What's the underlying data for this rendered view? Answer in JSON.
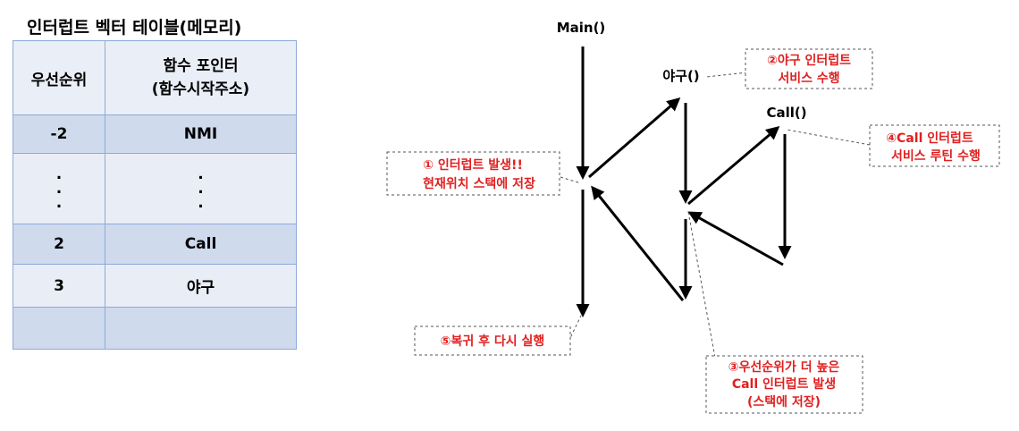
{
  "table": {
    "title": "인터럽트 벡터 테이블(메모리)",
    "headers": [
      "우선순위",
      "함수 포인터\n(함수시작주소)"
    ],
    "rows": [
      {
        "priority": "-2",
        "pointer": "NMI"
      },
      {
        "priority": ".\n.\n.",
        "pointer": ".\n.\n."
      },
      {
        "priority": "2",
        "pointer": "Call"
      },
      {
        "priority": "3",
        "pointer": "야구"
      },
      {
        "priority": "",
        "pointer": ""
      }
    ]
  },
  "diagram": {
    "labels": {
      "main": "Main()",
      "baseball": "야구()",
      "call": "Call()"
    },
    "annotations": {
      "step1": [
        "① 인터럽트 발생!!",
        "현재위치 스택에 저장"
      ],
      "step2": [
        "②야구 인터럽트",
        "서비스 수행"
      ],
      "step3": [
        "③우선순위가 더 높은",
        "Call 인터럽트 발생",
        "(스택에 저장)"
      ],
      "step4": [
        "④Call 인터럽트",
        "서비스 루틴 수행"
      ],
      "step5": [
        "⑤복귀 후 다시 실행"
      ]
    },
    "colors": {
      "annotation_text": "#e02020",
      "table_border": "#8eaadb",
      "table_row_dark": "#cfdaed",
      "table_row_light": "#e9edf5"
    }
  }
}
